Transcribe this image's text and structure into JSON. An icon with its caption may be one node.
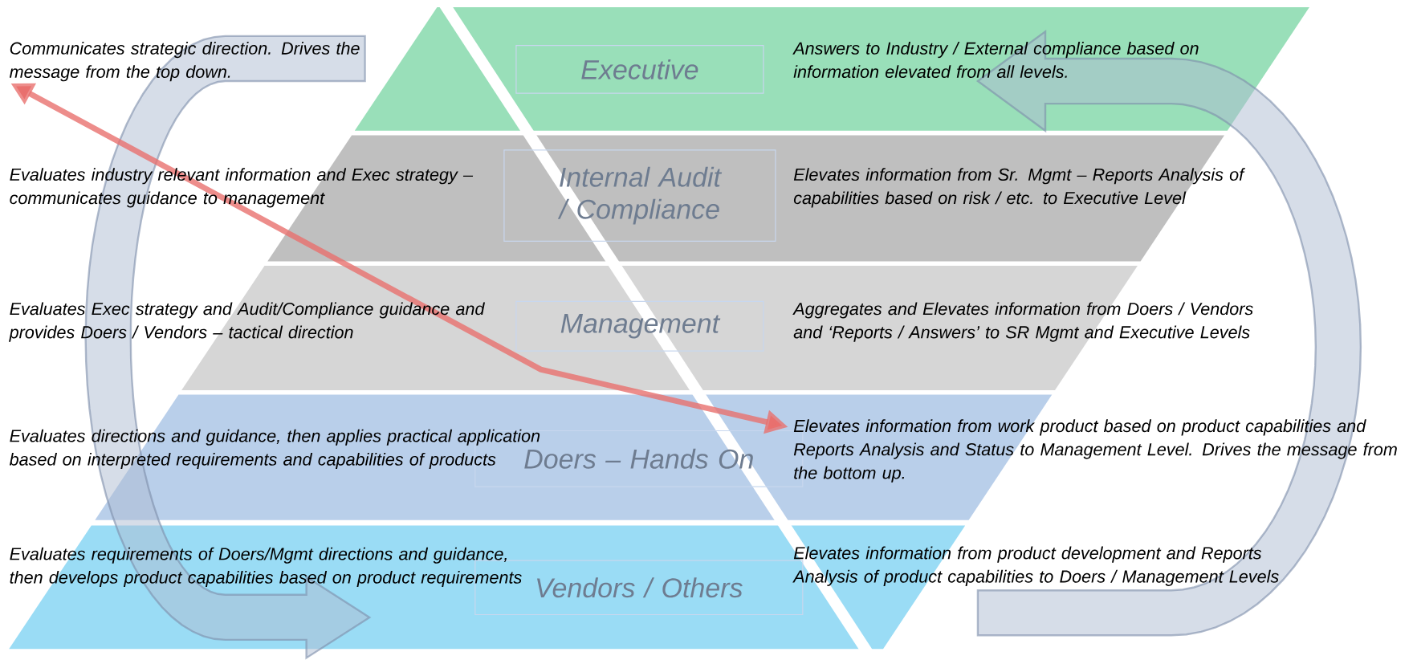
{
  "diagram": {
    "nodes": [
      {
        "text": [
          "Communicates strategic direction. Drives the message from the top down."
        ]
      },
      {
        "text": [
          "Executive"
        ]
      },
      {
        "text": [
          "Internal Audit / Compliance"
        ]
      },
      {
        "text": [
          "Management"
        ]
      },
      {
        "text": [
          "Doers – Hands On"
        ]
      },
      {
        "text": [
          "Elevates information from work product based on product capabilities and Reports Analysis and Status to Management Level. Drives the message from the bottom up."
        ]
      },
      {
        "text": [
          "Vendors / Others"
        ]
      }
    ],
    "edges": [
      {
        "from": 0,
        "to": 5,
        "arrow": "both",
        "color": "#e8706e"
      }
    ],
    "labels": [
      "Answers to Industry / External compliance based on information elevated from all levels.",
      "Evaluates industry relevant information and Exec strategy – communicates guidance to management",
      "Elevates information from Sr. Mgmt – Reports Analysis of capabilities based on risk / etc. to Executive Level",
      "Evaluates Exec strategy and Audit/Compliance guidance and provides Doers / Vendors – tactical direction",
      "Aggregates and Elevates information from Doers / Vendors and ‘Reports / Answers’ to SR Mgmt and Executive Levels",
      "Evaluates directions and guidance, then applies practical application based on interpreted requirements and capabilities of products",
      "Evaluates requirements of Doers/Mgmt directions and guidance, then develops product capabilities based on product requirements",
      "Elevates information from product development and Reports Analysis of product capabilities to Doers / Management Levels"
    ]
  }
}
